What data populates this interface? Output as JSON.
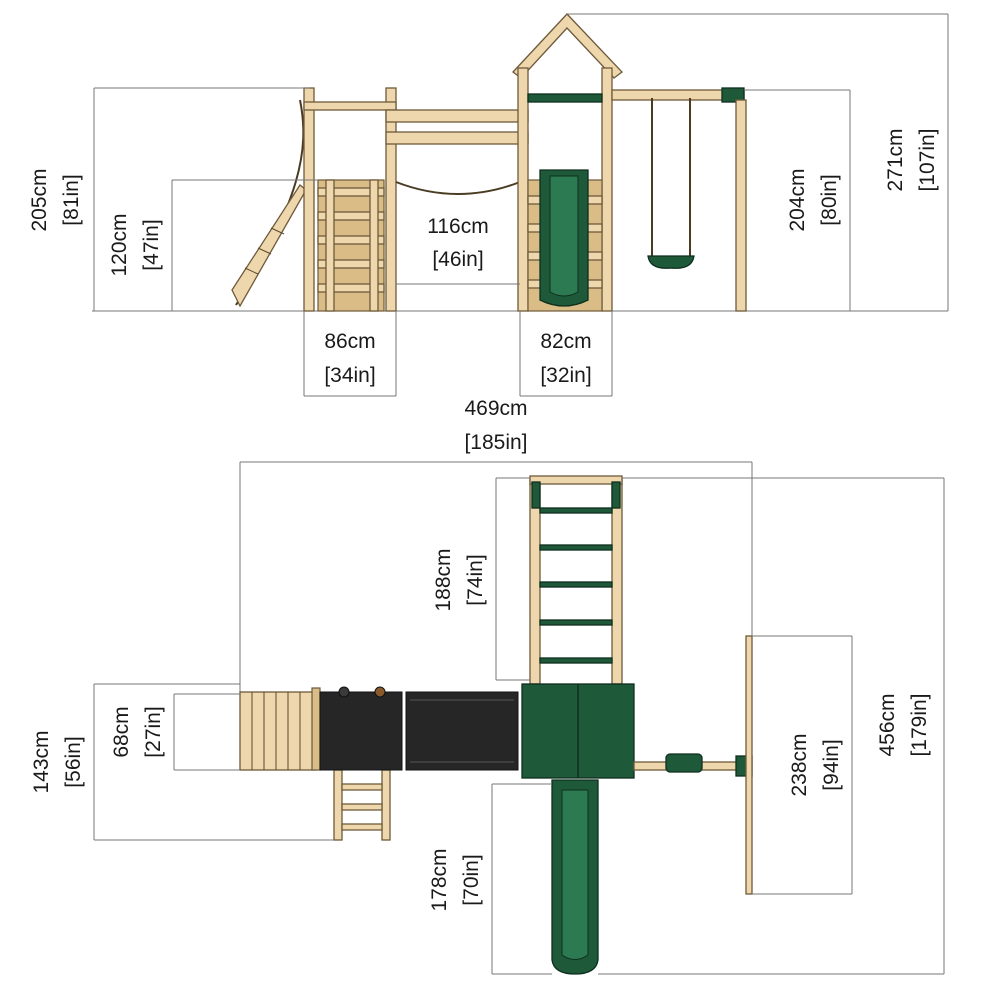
{
  "diagram": {
    "colors": {
      "wood": "#efd7ad",
      "wood_shade": "#d9bc86",
      "green": "#1e5a3a",
      "deck": "#262626",
      "dimension_line": "#777777"
    },
    "front_view": {
      "dimensions": {
        "height_left": {
          "metric": "205cm",
          "imperial": "[81in]"
        },
        "deck_left": {
          "metric": "120cm",
          "imperial": "[47in]"
        },
        "bridge_span": {
          "metric": "116cm",
          "imperial": "[46in]"
        },
        "tower1_width": {
          "metric": "86cm",
          "imperial": "[34in]"
        },
        "tower2_width": {
          "metric": "82cm",
          "imperial": "[32in]"
        },
        "swing_height": {
          "metric": "204cm",
          "imperial": "[80in]"
        },
        "total_height": {
          "metric": "271cm",
          "imperial": "[107in]"
        }
      }
    },
    "top_view": {
      "dimensions": {
        "total_width": {
          "metric": "469cm",
          "imperial": "[185in]"
        },
        "monkey_bars": {
          "metric": "188cm",
          "imperial": "[74in]"
        },
        "deck_depth": {
          "metric": "68cm",
          "imperial": "[27in]"
        },
        "left_depth": {
          "metric": "143cm",
          "imperial": "[56in]"
        },
        "slide_length": {
          "metric": "178cm",
          "imperial": "[70in]"
        },
        "swing_width": {
          "metric": "238cm",
          "imperial": "[94in]"
        },
        "total_depth": {
          "metric": "456cm",
          "imperial": "[179in]"
        }
      }
    }
  }
}
